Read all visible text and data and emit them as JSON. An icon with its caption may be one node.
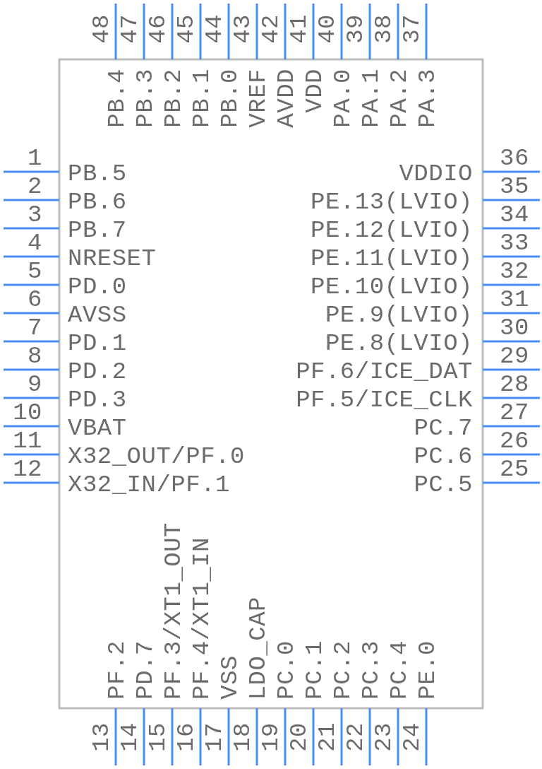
{
  "diagram": {
    "nodes": [
      {
        "text": [],
        "shape": "box"
      }
    ],
    "labels": [
      "1",
      "PB.5",
      "2",
      "PB.6",
      "3",
      "PB.7",
      "4",
      "NRESET",
      "5",
      "PD.0",
      "6",
      "AVSS",
      "7",
      "PD.1",
      "8",
      "PD.2",
      "9",
      "PD.3",
      "10",
      "VBAT",
      "11",
      "X32_OUT/PF.0",
      "12",
      "X32_IN/PF.1",
      "13",
      "PF.2",
      "14",
      "PD.7",
      "15",
      "PF.3/XT1_OUT",
      "16",
      "PF.4/XT1_IN",
      "17",
      "VSS",
      "18",
      "LDO_CAP",
      "19",
      "PC.0",
      "20",
      "PC.1",
      "21",
      "PC.2",
      "22",
      "PC.3",
      "23",
      "PC.4",
      "24",
      "PE.0",
      "25",
      "PC.5",
      "26",
      "PC.6",
      "27",
      "PC.7",
      "28",
      "PF.5/ICE_CLK",
      "29",
      "PF.6/ICE_DAT",
      "30",
      "PE.8(LVIO)",
      "31",
      "PE.9(LVIO)",
      "32",
      "PE.10(LVIO)",
      "33",
      "PE.11(LVIO)",
      "34",
      "PE.12(LVIO)",
      "35",
      "PE.13(LVIO)",
      "36",
      "VDDIO",
      "37",
      "PA.3",
      "38",
      "PA.2",
      "39",
      "PA.1",
      "40",
      "PA.0",
      "41",
      "VDD",
      "42",
      "AVDD",
      "43",
      "VREF",
      "44",
      "PB.0",
      "45",
      "PB.1",
      "46",
      "PB.2",
      "47",
      "PB.3",
      "48",
      "PB.4"
    ]
  }
}
